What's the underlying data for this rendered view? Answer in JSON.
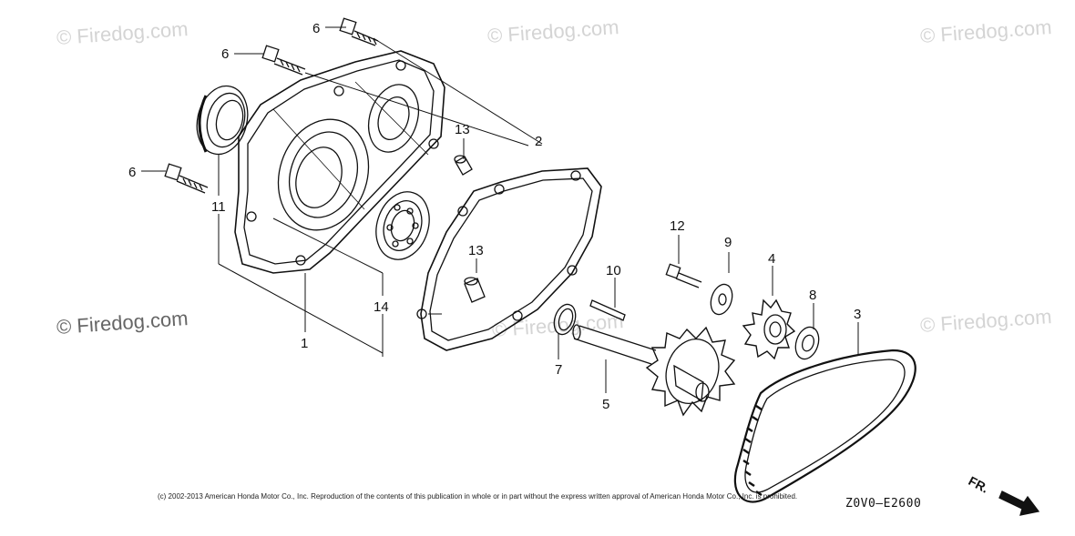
{
  "watermark": {
    "text": "© Firedog.com"
  },
  "parts": {
    "1": "1",
    "2": "2",
    "3": "3",
    "4": "4",
    "5": "5",
    "6": "6",
    "7": "7",
    "8": "8",
    "9": "9",
    "10": "10",
    "11": "11",
    "12": "12",
    "13": "13",
    "14": "14"
  },
  "copyright": "(c) 2002-2013 American Honda Motor Co., Inc. Reproduction of the contents of this publication in whole or in part without the express written approval of American Honda Motor Co., Inc. is prohibited.",
  "diagram_code": "Z0V0—E2600",
  "direction_label": "FR.",
  "colors": {
    "line": "#111111",
    "watermark": "#d4d4d4",
    "background": "#ffffff"
  }
}
